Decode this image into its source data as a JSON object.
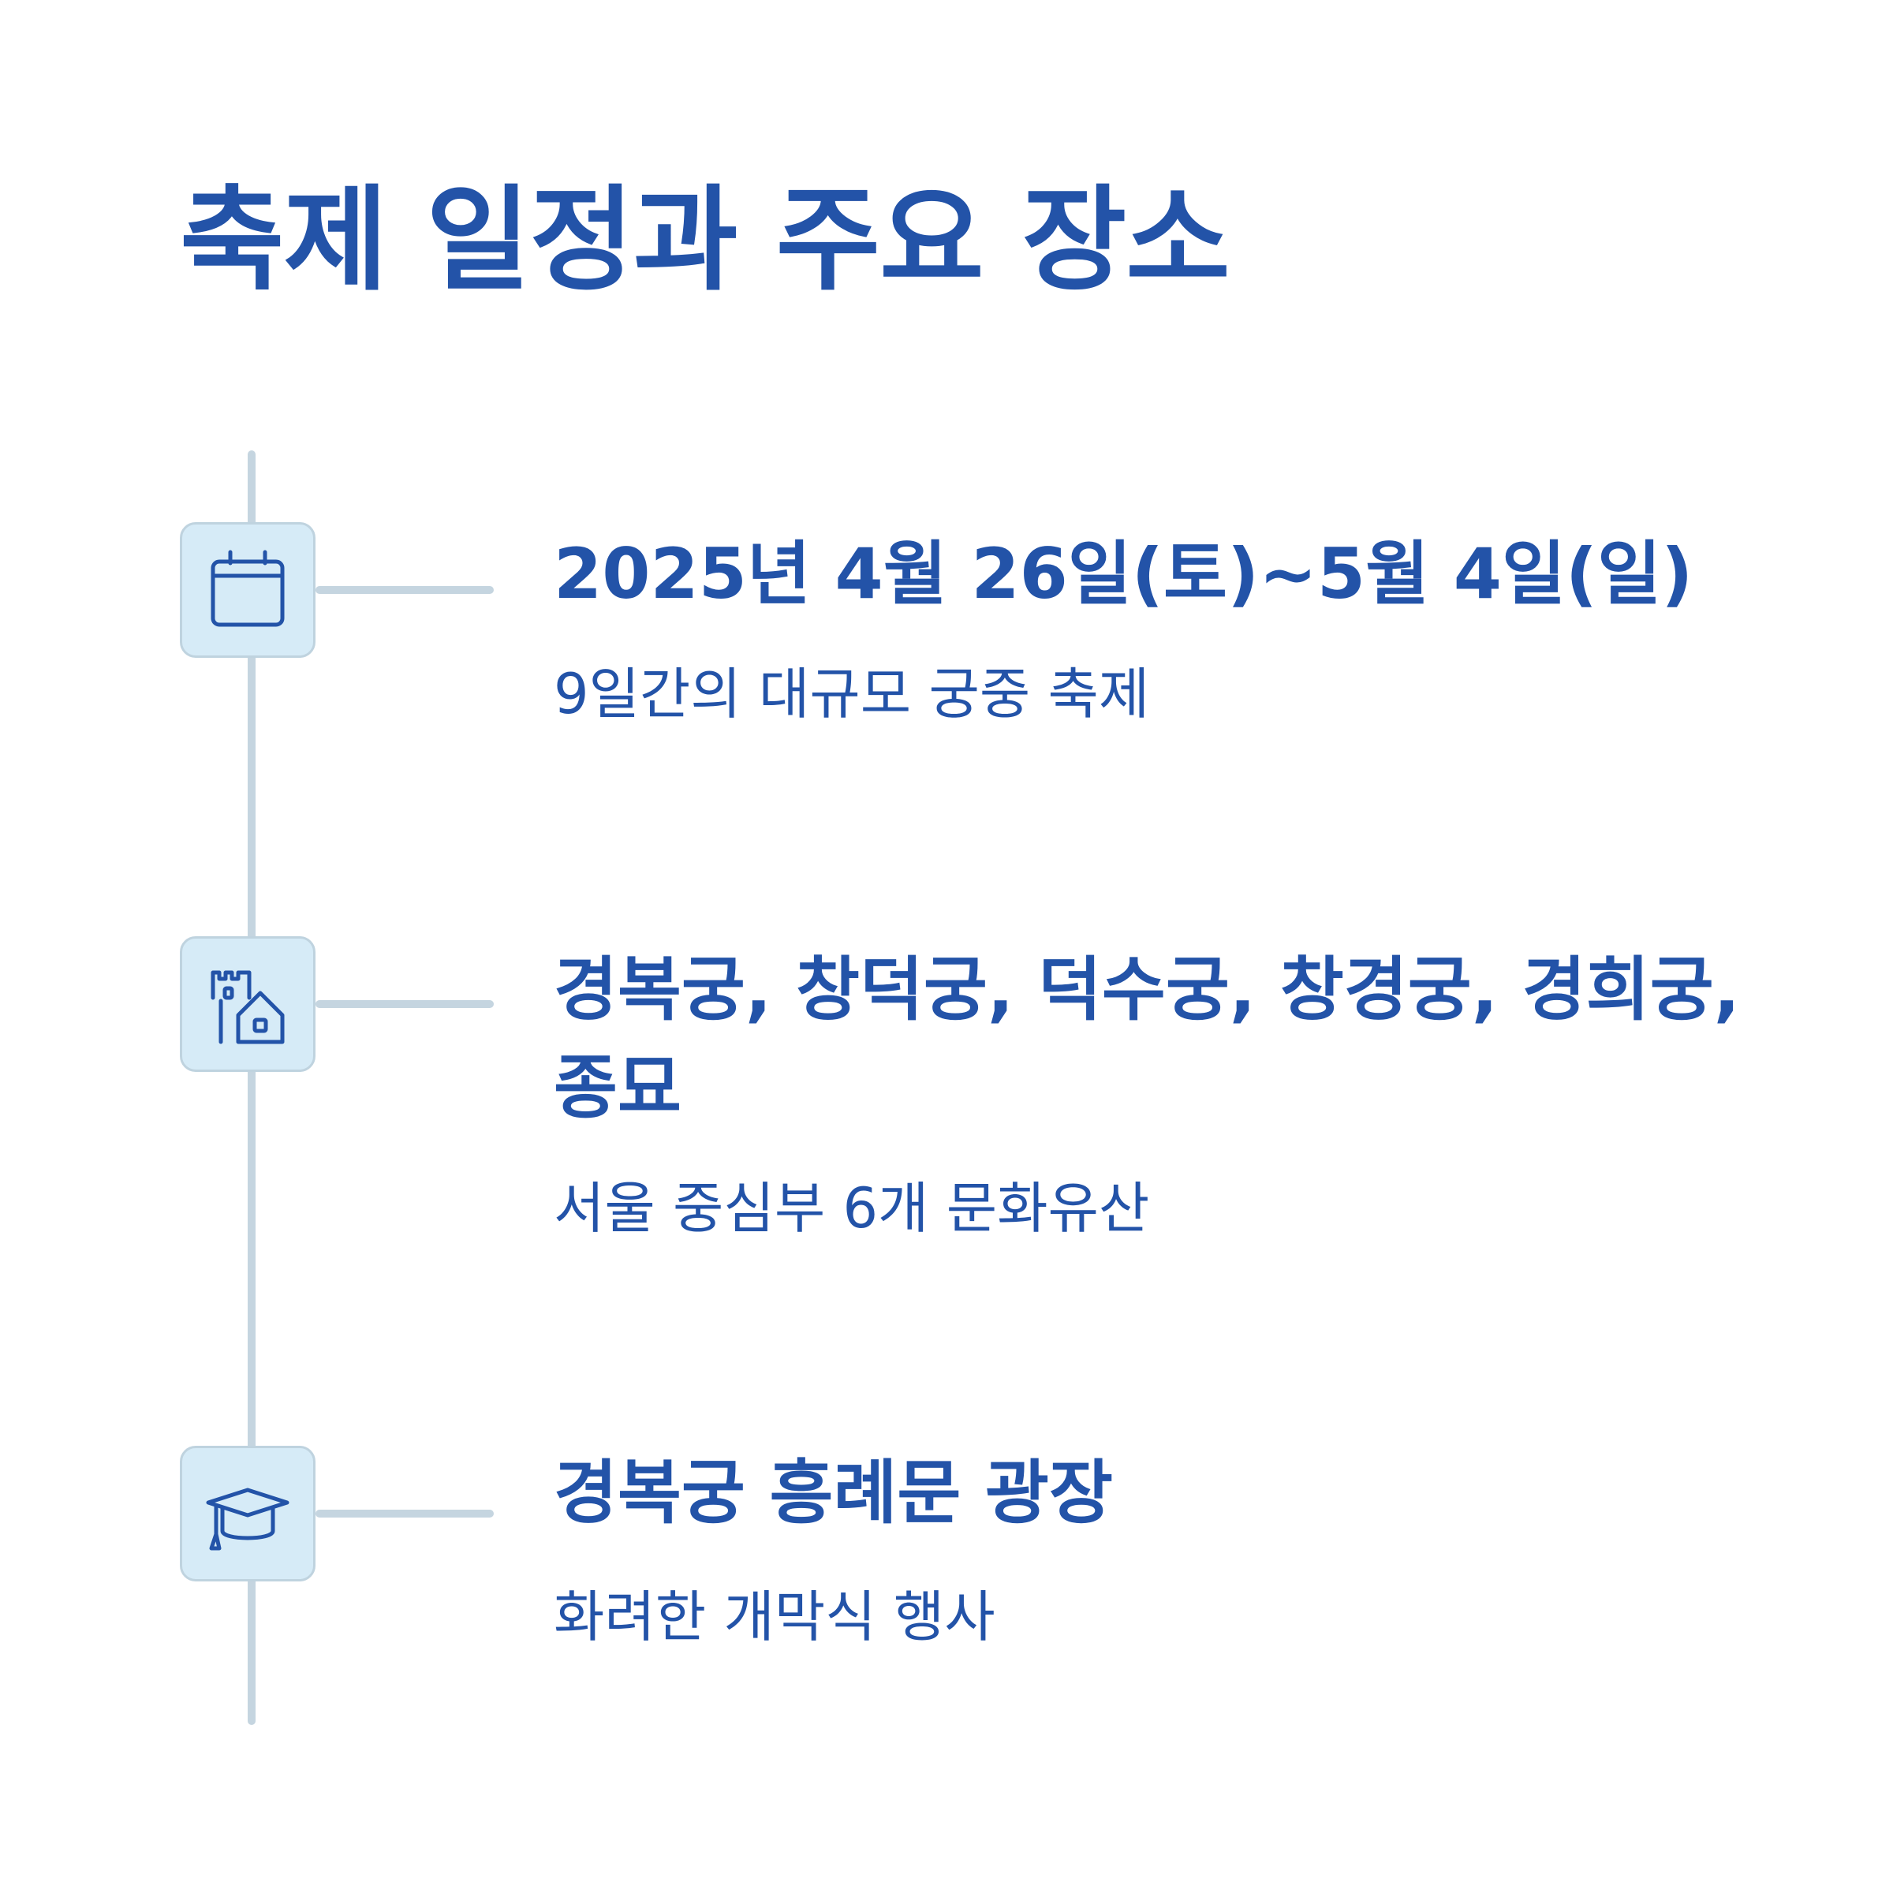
{
  "title": "축제 일정과 주요 장소",
  "colors": {
    "primary_text": "#2353a8",
    "icon_background": "#d6ebf7",
    "timeline_line": "#c5d5e0"
  },
  "items": [
    {
      "icon": "calendar-icon",
      "heading": "2025년 4월 26일(토)~5월 4일(일)",
      "description": "9일간의 대규모 궁중 축제"
    },
    {
      "icon": "palace-landmark-icon",
      "heading": "경복궁, 창덕궁, 덕수궁, 창경궁, 경희궁, 종묘",
      "description": "서울 중심부 6개 문화유산"
    },
    {
      "icon": "graduation-cap-icon",
      "heading": "경복궁 흥례문 광장",
      "description": "화려한 개막식 행사"
    }
  ]
}
